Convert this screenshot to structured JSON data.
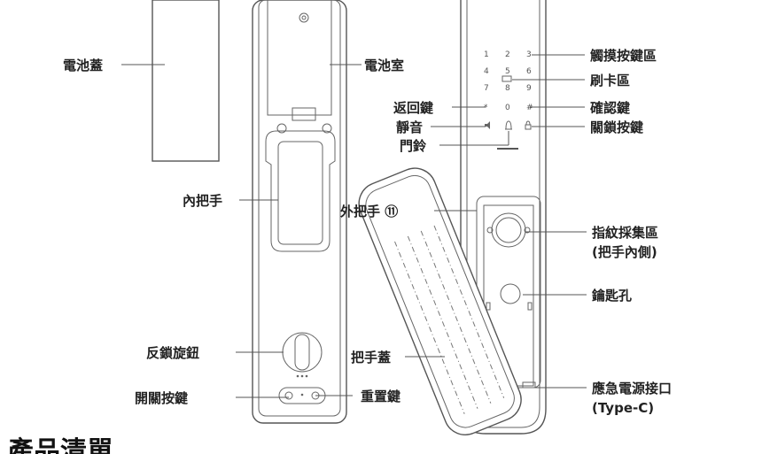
{
  "labels": {
    "battery_cover": "電池蓋",
    "battery_compartment": "電池室",
    "inner_handle": "內把手",
    "deadbolt_knob": "反鎖旋鈕",
    "power_switch": "開關按鍵",
    "reset_key": "重置鍵",
    "handle_cover": "把手蓋",
    "outer_handle": "外把手 ⑪",
    "return_key": "返回鍵",
    "mute": "靜音",
    "doorbell": "門鈴",
    "touch_keypad": "觸摸按鍵區",
    "card_area": "刷卡區",
    "confirm_key": "確認鍵",
    "lock_key": "關鎖按鍵",
    "fingerprint_line1": "指紋採集區",
    "fingerprint_line2": "(把手內側)",
    "keyhole": "鑰匙孔",
    "usb_line1": "應急電源接口",
    "usb_line2": "(Type-C)"
  },
  "keypad": {
    "row1": [
      "1",
      "2",
      "3"
    ],
    "row2": [
      "4",
      "5",
      "6"
    ],
    "row3": [
      "7",
      "8",
      "9"
    ],
    "row4": [
      "*",
      "0",
      "#"
    ]
  },
  "section_title": "產品清單",
  "colors": {
    "line": "#555555",
    "text": "#222222"
  }
}
